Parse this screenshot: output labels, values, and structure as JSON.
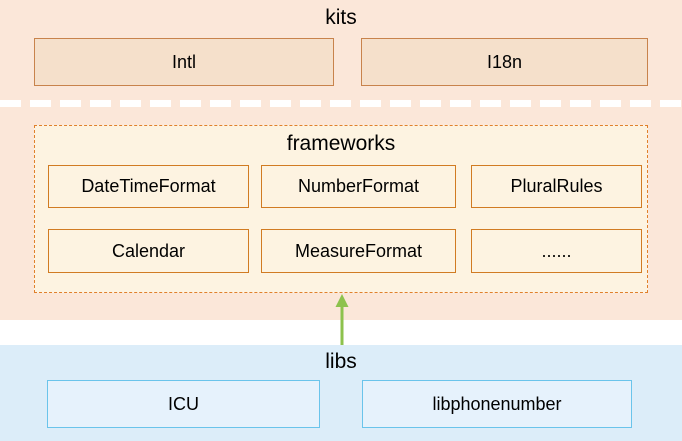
{
  "diagram": {
    "kits": {
      "title": "kits",
      "items": [
        "Intl",
        "I18n"
      ]
    },
    "frameworks": {
      "title": "frameworks",
      "items": [
        "DateTimeFormat",
        "NumberFormat",
        "PluralRules",
        "Calendar",
        "MeasureFormat",
        "......"
      ]
    },
    "libs": {
      "title": "libs",
      "items": [
        "ICU",
        "libphonenumber"
      ]
    }
  },
  "colors": {
    "kits_band_bg": "#fbe7d9",
    "kits_box_bg": "#f5e0cb",
    "kits_box_border": "#c8834c",
    "frameworks_bg": "#fdf3e1",
    "frameworks_dashed_border": "#e0802b",
    "framework_box_bg": "#fdf3e1",
    "framework_box_border": "#d17b22",
    "libs_band_bg": "#dcedf9",
    "libs_box_bg": "#e6f2fc",
    "libs_box_border": "#6ac4eb",
    "arrow_green": "#8dc24d",
    "divider_dash": "#ffffff",
    "text": "#000000"
  }
}
